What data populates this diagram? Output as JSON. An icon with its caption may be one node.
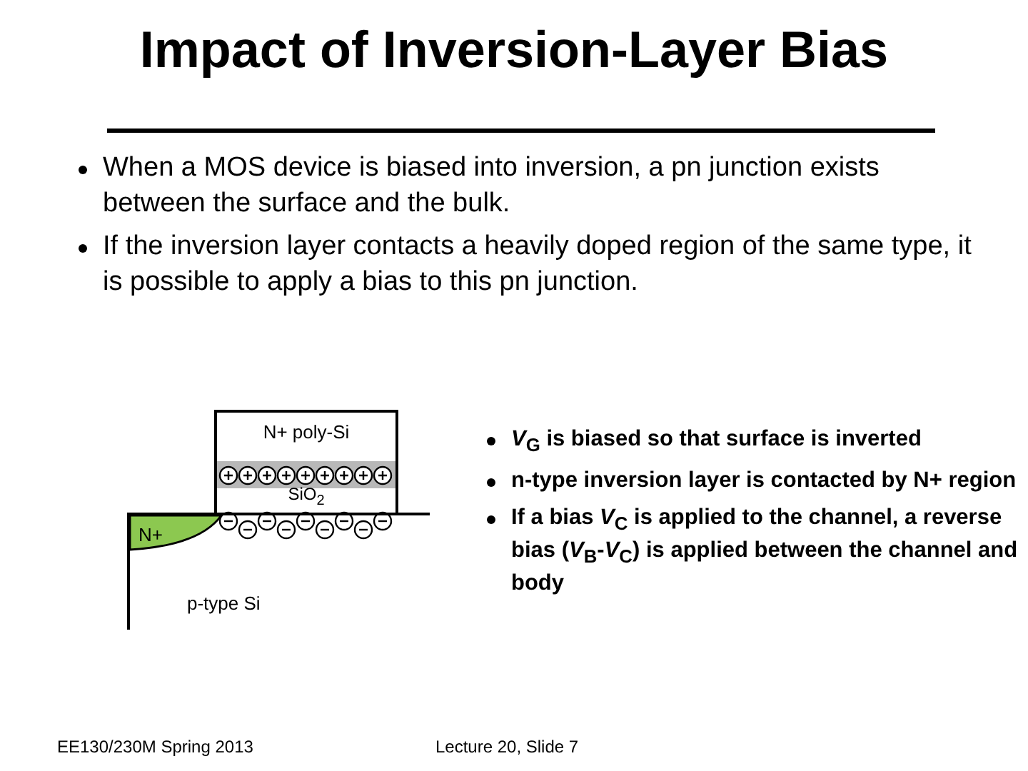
{
  "diagram": {
    "title": "Impact of Inversion-Layer Bias",
    "nodes": [
      {
        "text": [
          "N+ poly-Si"
        ]
      },
      {
        "text": [
          "SiO$_{2}$"
        ]
      },
      {
        "text": [
          "p-type Si"
        ]
      },
      {
        "text": [
          "N+"
        ],
        "in": 2
      }
    ],
    "labels": [
      "When a MOS device is biased into inversion, a pn junction exists between the surface and the bulk.",
      "If the inversion layer contacts a heavily doped region of the same type, it is possible to apply a bias to this pn junction.",
      "*V*$_{G}$ is biased so that surface is inverted",
      "n-type inversion layer is contacted by N+ region",
      "If a bias *V*$_{C}$ is applied to the channel, a reverse bias (*V*$_{B}$-*V*$_{C}$) is applied between the channel and body",
      "EE130/230M Spring 2013",
      "Lecture 20, Slide 7"
    ]
  }
}
